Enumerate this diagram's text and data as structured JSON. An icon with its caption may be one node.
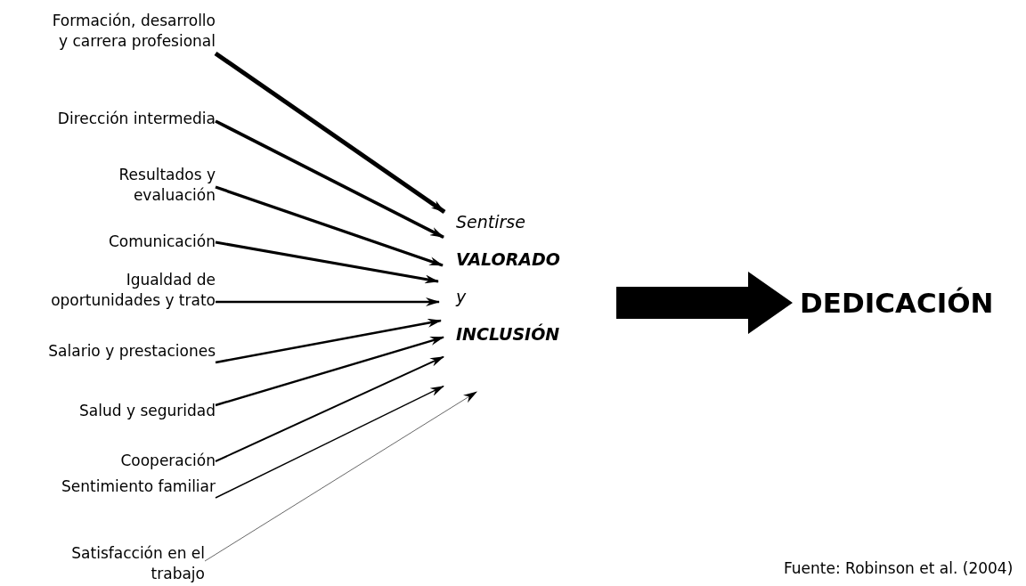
{
  "diagram": {
    "caption": "Fuente: Robinson et al. (2004)",
    "nodes": [
      {
        "text": [
          "Formación, desarrollo y carrera profesional"
        ]
      },
      {
        "text": [
          "Dirección  intermedia"
        ]
      },
      {
        "text": [
          "Resultados y evaluación"
        ]
      },
      {
        "text": [
          "Comunicación"
        ]
      },
      {
        "text": [
          "Igualdad de oportunidades y trato"
        ]
      },
      {
        "text": [
          "Salario y prestaciones"
        ]
      },
      {
        "text": [
          "Salud y seguridad"
        ]
      },
      {
        "text": [
          "Cooperación"
        ]
      },
      {
        "text": [
          "Sentimiento familiar"
        ]
      },
      {
        "text": [
          "Satisfacción en el trabajo"
        ]
      },
      {
        "text": [
          "Sentirse",
          "VALORADO",
          "y",
          "INCLUSIÓN"
        ]
      },
      {
        "text": [
          "DEDICACIÓN"
        ]
      }
    ],
    "edges": [
      {
        "from": 0,
        "to": 10,
        "arrow": "to",
        "style": "thick"
      },
      {
        "from": 1,
        "to": 10,
        "arrow": "to"
      },
      {
        "from": 2,
        "to": 10,
        "arrow": "to"
      },
      {
        "from": 3,
        "to": 10,
        "arrow": "to"
      },
      {
        "from": 4,
        "to": 10,
        "arrow": "to"
      },
      {
        "from": 5,
        "to": 10,
        "arrow": "to"
      },
      {
        "from": 6,
        "to": 10,
        "arrow": "to"
      },
      {
        "from": 7,
        "to": 10,
        "arrow": "to"
      },
      {
        "from": 8,
        "to": 10,
        "arrow": "to"
      },
      {
        "from": 9,
        "to": 10,
        "arrow": "to"
      },
      {
        "from": 10,
        "to": 11,
        "arrow": "to",
        "style": "thick"
      }
    ]
  }
}
